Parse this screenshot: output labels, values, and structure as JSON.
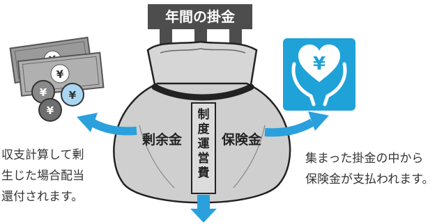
{
  "header": {
    "label": "年間の掛金"
  },
  "bag": {
    "left_label": "剰余金",
    "right_label": "保険金",
    "center_label": [
      "制",
      "度",
      "運",
      "営",
      "費"
    ]
  },
  "captions": {
    "left": [
      "収支計算して剰",
      "生じた場合配当",
      "還付されます。"
    ],
    "right": [
      "集まった掛金の中から",
      "保険金が支払われます。"
    ]
  },
  "icons": {
    "left": "money-bills-coins-icon",
    "right": "yen-heart-hands-icon"
  },
  "colors": {
    "arrow_blue": "#2aa0dc",
    "header_gray": "#4d4d4d",
    "bag_gray": "#cfcfcf",
    "icon_blue": "#1ea2d8"
  }
}
